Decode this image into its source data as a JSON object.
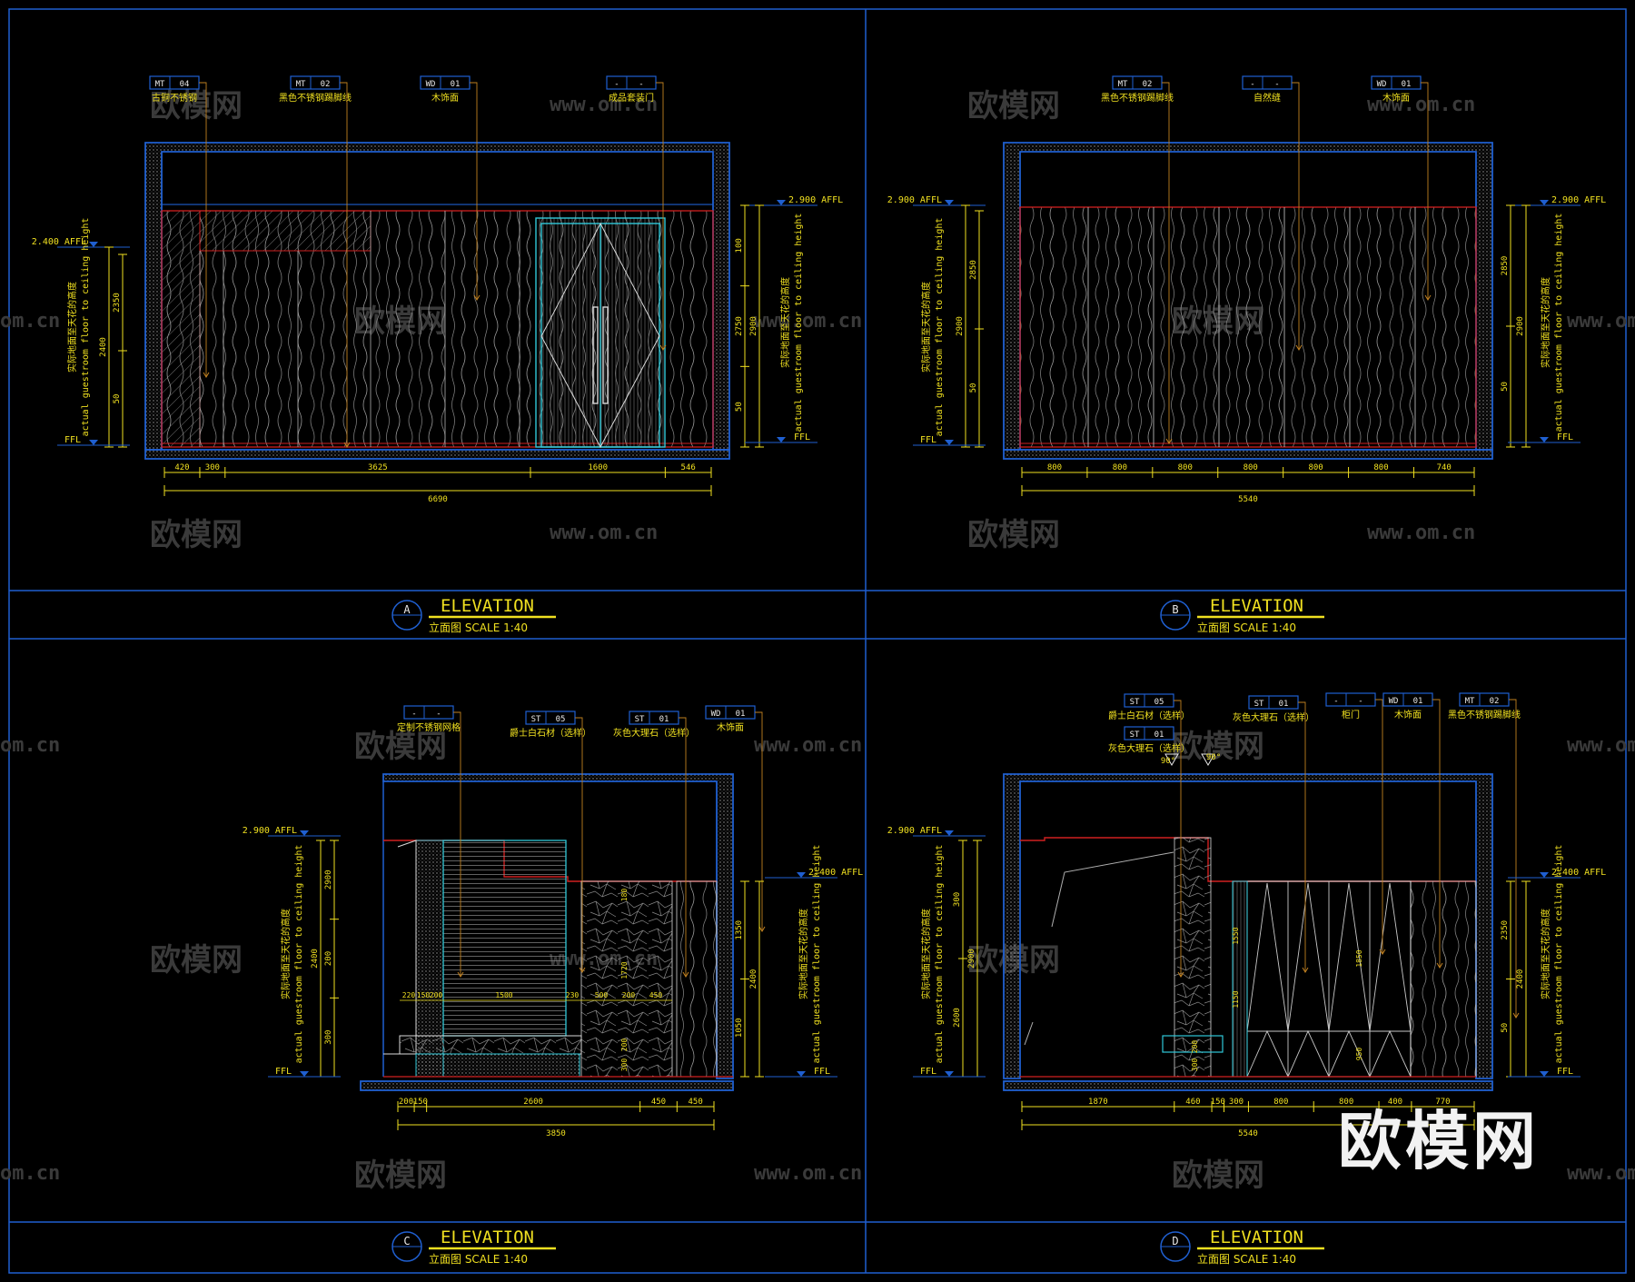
{
  "colors": {
    "frame": "#1f5fd0",
    "dim": "#f0e020",
    "red": "#d02020",
    "cyan": "#30c8d8",
    "white": "#e8e8e8",
    "hatch": "#8a8a8a",
    "wm": "#3a3a3a"
  },
  "watermark": {
    "logo": "欧模网",
    "url": "www.om.cn",
    "url_cut": "om.cn"
  },
  "big_logo": "欧模网",
  "common": {
    "title": "ELEVATION",
    "subtitle": "立面图 SCALE 1:40",
    "ffl": "FFL",
    "vnote_cn": "实际地面至天花的高度",
    "vnote_en": "actual guestroom floor to ceiling height"
  },
  "views": [
    {
      "letter": "A",
      "tags": [
        {
          "a": "MT",
          "b": "04",
          "t": "古铜不锈钢"
        },
        {
          "a": "MT",
          "b": "02",
          "t": "黑色不锈钢踢脚线"
        },
        {
          "a": "WD",
          "b": "01",
          "t": "木饰面"
        },
        {
          "a": "-",
          "b": "-",
          "t": "成品套装门"
        }
      ],
      "lev_left": "2.400 AFFL",
      "lev_right": "2.900 AFFL",
      "vdim_left": [
        "2400",
        "2350",
        "50"
      ],
      "vdim_right": [
        "100",
        "2750",
        "2900",
        "50"
      ],
      "hdim": [
        "420",
        "300",
        "3625",
        "1600",
        "546"
      ],
      "total": "6690"
    },
    {
      "letter": "B",
      "tags": [
        {
          "a": "MT",
          "b": "02",
          "t": "黑色不锈钢踢脚线"
        },
        {
          "a": "-",
          "b": "-",
          "t": "自然缝"
        },
        {
          "a": "WD",
          "b": "01",
          "t": "木饰面"
        }
      ],
      "lev_left": "2.900 AFFL",
      "lev_right": "2.900 AFFL",
      "vdim_left": [
        "2900",
        "2850",
        "50"
      ],
      "vdim_right": [
        "2850",
        "2900",
        "50"
      ],
      "hdim": [
        "800",
        "800",
        "800",
        "800",
        "800",
        "800",
        "740"
      ],
      "total": "5540"
    },
    {
      "letter": "C",
      "tags": [
        {
          "a": "-",
          "b": "-",
          "t": "定制不锈钢网格"
        },
        {
          "a": "ST",
          "b": "05",
          "t": "爵士白石材（选样）"
        },
        {
          "a": "ST",
          "b": "01",
          "t": "灰色大理石（选样）"
        },
        {
          "a": "WD",
          "b": "01",
          "t": "木饰面"
        }
      ],
      "lev_left": "2.900 AFFL",
      "lev_right": "2.400 AFFL",
      "vdim_left": [
        "2400",
        "2900",
        "200",
        "300"
      ],
      "vdim_right": [
        "1350",
        "2400",
        "1050"
      ],
      "inner": [
        "220",
        "150",
        "200",
        "1500",
        "230",
        "500",
        "200",
        "450",
        "180",
        "1720",
        "200",
        "300"
      ],
      "hdim": [
        "200",
        "150",
        "2600",
        "450",
        "450"
      ],
      "total": "3850"
    },
    {
      "letter": "D",
      "tags": [
        {
          "a": "ST",
          "b": "05",
          "t": "爵士白石材（选样）"
        },
        {
          "a": "ST",
          "b": "01",
          "t": "灰色大理石（选样）"
        },
        {
          "a": "ST",
          "b": "01",
          "t": "灰色大理石（选样）"
        },
        {
          "a": "-",
          "b": "-",
          "t": "柜门"
        },
        {
          "a": "WD",
          "b": "01",
          "t": "木饰面"
        },
        {
          "a": "MT",
          "b": "02",
          "t": "黑色不锈钢踢脚线"
        }
      ],
      "angles": [
        "90°",
        "90°"
      ],
      "lev_left": "2.900 AFFL",
      "lev_right": "2.400 AFFL",
      "vdim_left": [
        "300",
        "2900",
        "2600"
      ],
      "vdim_right": [
        "2350",
        "2400",
        "50"
      ],
      "inner": [
        "1550",
        "1850",
        "1150",
        "950",
        "200",
        "300"
      ],
      "hdim": [
        "1870",
        "460",
        "150",
        "300",
        "800",
        "800",
        "400",
        "770"
      ],
      "total": "5540"
    }
  ]
}
